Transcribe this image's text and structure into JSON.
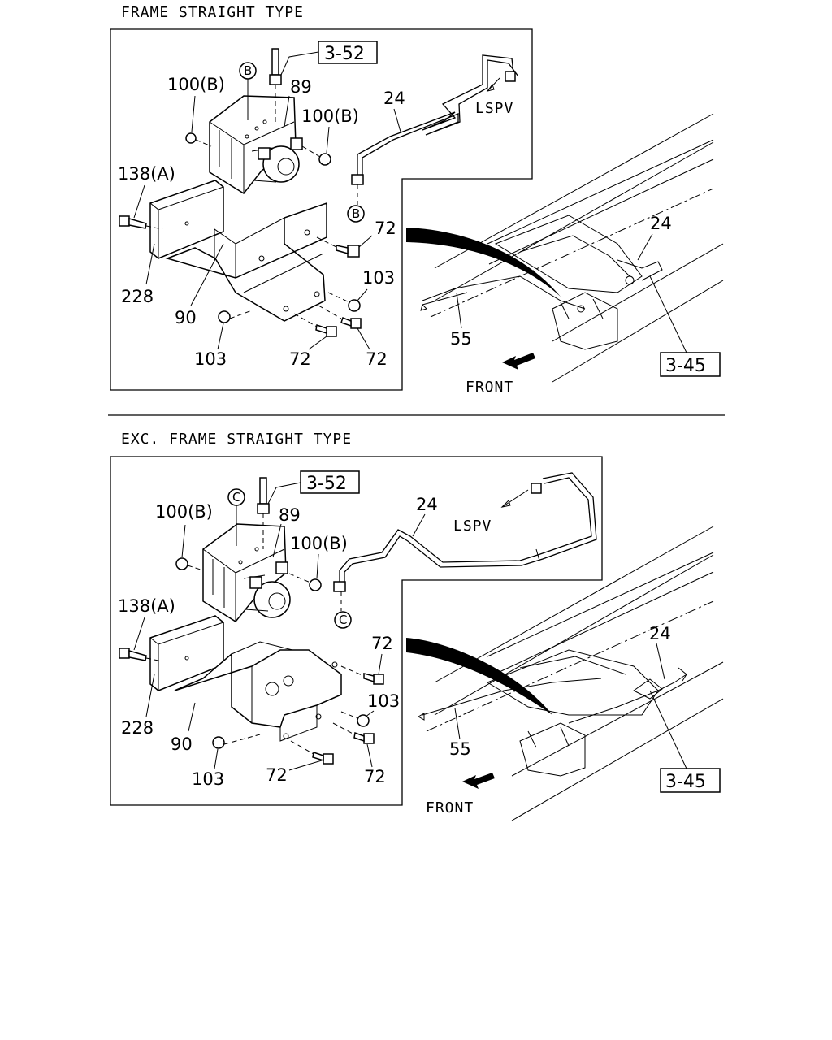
{
  "upper": {
    "title": "FRAME STRAIGHT TYPE",
    "ref_top": "3-52",
    "ref_right": "3-45",
    "circle": "B",
    "lspv": "LSPV",
    "front": "FRONT",
    "callouts": {
      "c89": "89",
      "c100a": "100(B)",
      "c100b": "100(B)",
      "c24a": "24",
      "c24b": "24",
      "c138": "138(A)",
      "c72a": "72",
      "c72b": "72",
      "c72c": "72",
      "c103a": "103",
      "c103b": "103",
      "c228": "228",
      "c90": "90",
      "c55": "55"
    }
  },
  "lower": {
    "title": "EXC. FRAME STRAIGHT TYPE",
    "ref_top": "3-52",
    "ref_right": "3-45",
    "circle": "C",
    "lspv": "LSPV",
    "front": "FRONT",
    "callouts": {
      "c89": "89",
      "c100a": "100(B)",
      "c100b": "100(B)",
      "c24a": "24",
      "c24b": "24",
      "c138": "138(A)",
      "c72a": "72",
      "c72b": "72",
      "c72c": "72",
      "c103a": "103",
      "c103b": "103",
      "c228": "228",
      "c90": "90",
      "c55": "55"
    }
  }
}
